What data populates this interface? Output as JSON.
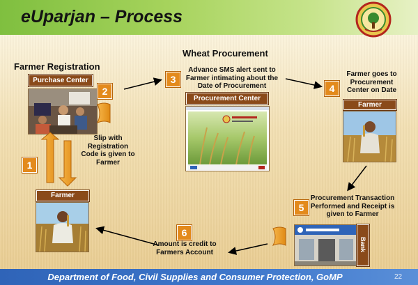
{
  "header": {
    "title": "eUparjan – Process"
  },
  "footer": {
    "text": "Department of Food, Civil Supplies and Consumer Protection, GoMP",
    "page": "22"
  },
  "sections": {
    "farmer_registration": "Farmer Registration",
    "wheat_procurement": "Wheat Procurement"
  },
  "labels": {
    "purchase_center": "Purchase Center",
    "procurement_center": "Procurement Center",
    "farmer_top": "Farmer",
    "farmer_bottom": "Farmer",
    "bank": "Bank"
  },
  "steps": {
    "s1": "1",
    "s2": "2",
    "s3": "3",
    "s4": "4",
    "s5": "5",
    "s6": "6"
  },
  "texts": {
    "slip": "Slip with Registration Code is given to Farmer",
    "sms": "Advance SMS alert sent to Farmer intimating about the Date of Procurement",
    "goes": "Farmer goes to Procurement Center on Date",
    "transaction": "Procurement Transaction Performed and Receipt is given to Farmer",
    "credit": "Amount is credit to Farmers Account"
  },
  "colors": {
    "label_brown": "#8a4a1a",
    "step_orange": "#e38a1c",
    "footer_blue": "#3f78cc",
    "header_green": "#7fbf3f"
  },
  "icons": [
    "mp-emblem-icon",
    "slip-document-icon",
    "receipt-document-icon"
  ]
}
